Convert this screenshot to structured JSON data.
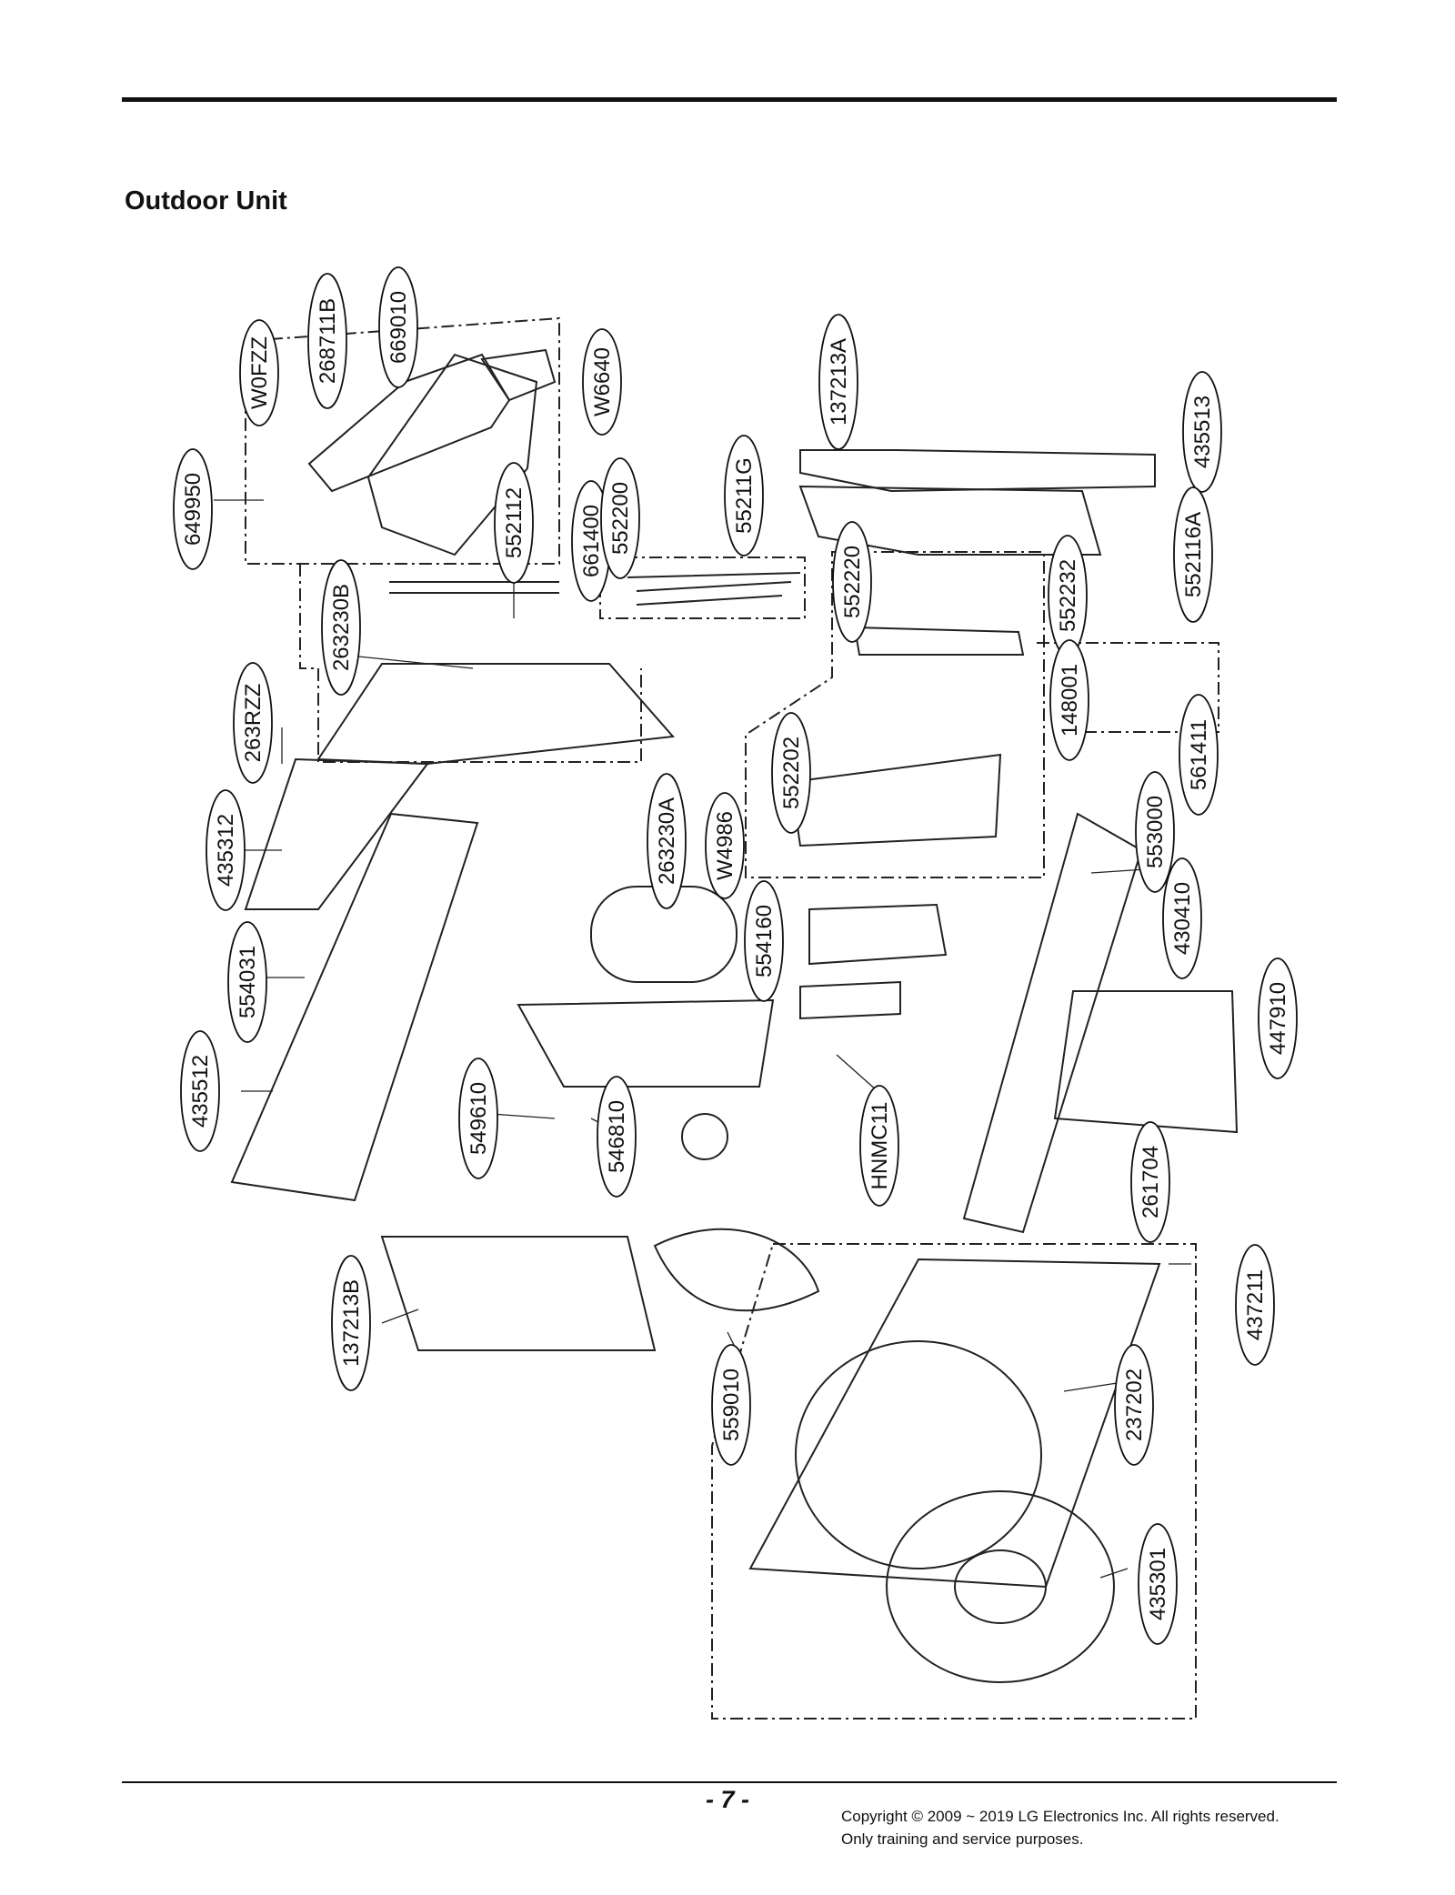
{
  "header": {
    "title": "Outdoor Unit"
  },
  "footer": {
    "page_number": "- 7 -",
    "copyright": "Copyright © 2009 ~ 2019 LG Electronics Inc. All rights reserved.",
    "note": "Only training and service purposes."
  },
  "part_labels": [
    "W0FZZ",
    "268711B",
    "669010",
    "W6640",
    "649950",
    "552112",
    "661400",
    "552200",
    "55211G",
    "137213A",
    "435513",
    "552220",
    "552232",
    "552116A",
    "263230B",
    "263RZZ",
    "148001",
    "561411",
    "552202",
    "435312",
    "263230A",
    "W4986",
    "553000",
    "430410",
    "554031",
    "554160",
    "447910",
    "435512",
    "549610",
    "546810",
    "HNMC11",
    "261704",
    "137213B",
    "437211",
    "559010",
    "237202",
    "435301"
  ]
}
